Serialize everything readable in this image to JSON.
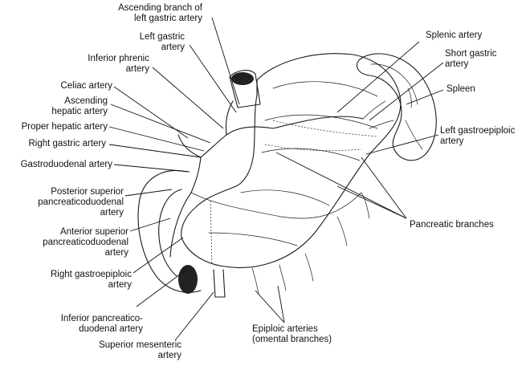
{
  "labels": {
    "ascending_branch_lga": [
      "Ascending branch of",
      "left gastric artery"
    ],
    "left_gastric_artery": [
      "Left gastric",
      "artery"
    ],
    "inferior_phrenic_artery": [
      "Inferior phrenic",
      "artery"
    ],
    "celiac_artery": [
      "Celiac artery"
    ],
    "ascending_hepatic_artery": [
      "Ascending",
      "hepatic artery"
    ],
    "proper_hepatic_artery": [
      "Proper hepatic artery"
    ],
    "right_gastric_artery": [
      "Right gastric artery"
    ],
    "gastroduodenal_artery": [
      "Gastroduodenal artery"
    ],
    "posterior_superior_pd": [
      "Posterior superior",
      "pancreaticoduodenal",
      "artery"
    ],
    "anterior_superior_pd": [
      "Anterior superior",
      "pancreaticoduodenal",
      "artery"
    ],
    "right_gastroepiploic": [
      "Right gastroepiploic",
      "artery"
    ],
    "inferior_pd": [
      "Inferior pancreatico-",
      "duodenal artery"
    ],
    "superior_mesenteric": [
      "Superior mesenteric",
      "artery"
    ],
    "epiploic_arteries": [
      "Epiploic arteries",
      "(omental branches)"
    ],
    "pancreatic_branches": [
      "Pancreatic branches"
    ],
    "splenic_artery": [
      "Splenic artery"
    ],
    "short_gastric_artery": [
      "Short gastric",
      "artery"
    ],
    "spleen": [
      "Spleen"
    ],
    "left_gastroepiploic": [
      "Left gastroepiploic",
      "artery"
    ]
  }
}
